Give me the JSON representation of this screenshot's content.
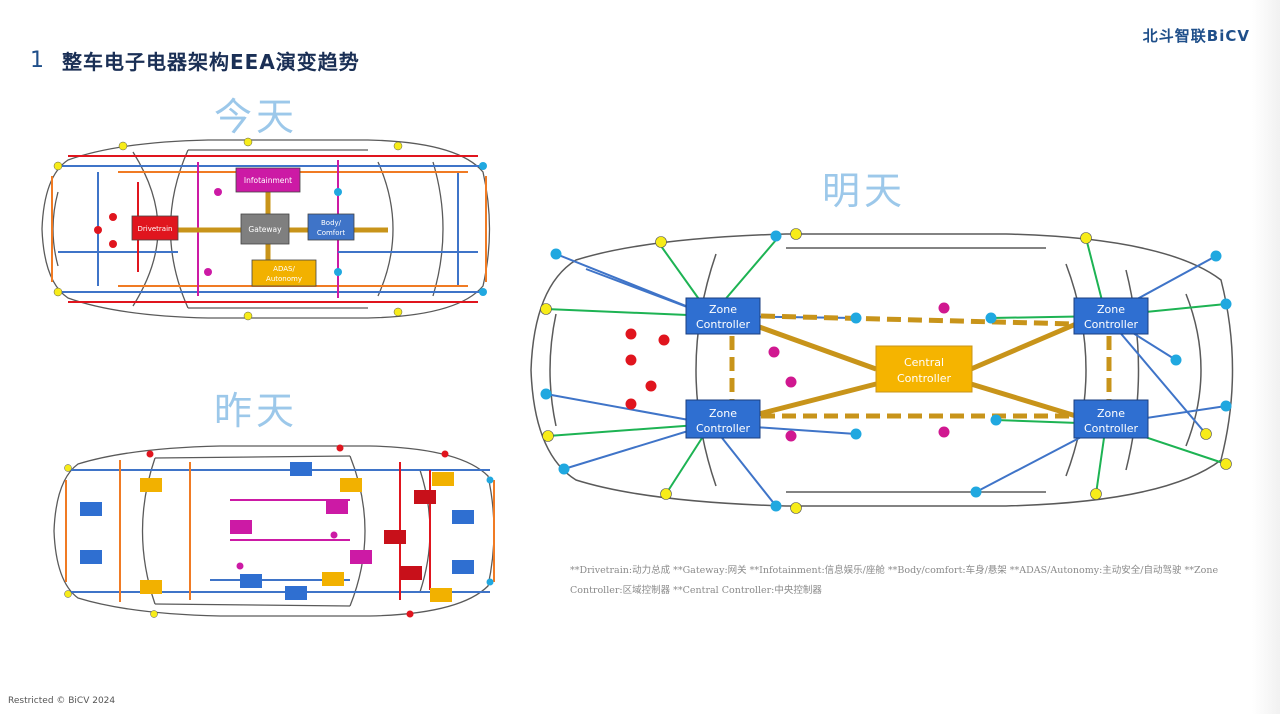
{
  "header": {
    "section_number": "1",
    "title": "整车电子电器架构EEA演变趋势",
    "logo": "北斗智联BiCV"
  },
  "panels": {
    "today": {
      "label": "今天",
      "modules": {
        "infotainment": "Infotainment",
        "drivetrain": "Drivetrain",
        "gateway": "Gateway",
        "body_line1": "Body/",
        "body_line2": "Comfort",
        "adas_line1": "ADAS/",
        "adas_line2": "Autonomy"
      }
    },
    "yesterday": {
      "label": "昨天"
    },
    "tomorrow": {
      "label": "明天",
      "zone_line1": "Zone",
      "zone_line2": "Controller",
      "central_line1": "Central",
      "central_line2": "Controller"
    }
  },
  "footnote": "**Drivetrain:动力总成 **Gateway:网关 **Infotainment:信息娱乐/座舱 **Body/comfort:车身/悬架 **ADAS/Autonomy:主动安全/自动驾驶 **Zone Controller:区域控制器 **Central Controller:中央控制器",
  "footer": {
    "restricted": "Restricted © BiCV 2024"
  },
  "colors": {
    "drivetrain": "#e0151e",
    "gateway": "#7f7f7f",
    "infotainment": "#cc1aa5",
    "body": "#3f74c8",
    "adas": "#f2b100",
    "zone_controller": "#2f6fd1",
    "central_controller": "#f5b400",
    "backbone": "#c8941a",
    "sensor_yellow": "#f7ec19",
    "sensor_blue": "#20a8e0",
    "sensor_green": "#1db353",
    "sensor_red": "#e0151e",
    "sensor_magenta": "#d01890",
    "label_light_blue": "#9cc8ea"
  }
}
